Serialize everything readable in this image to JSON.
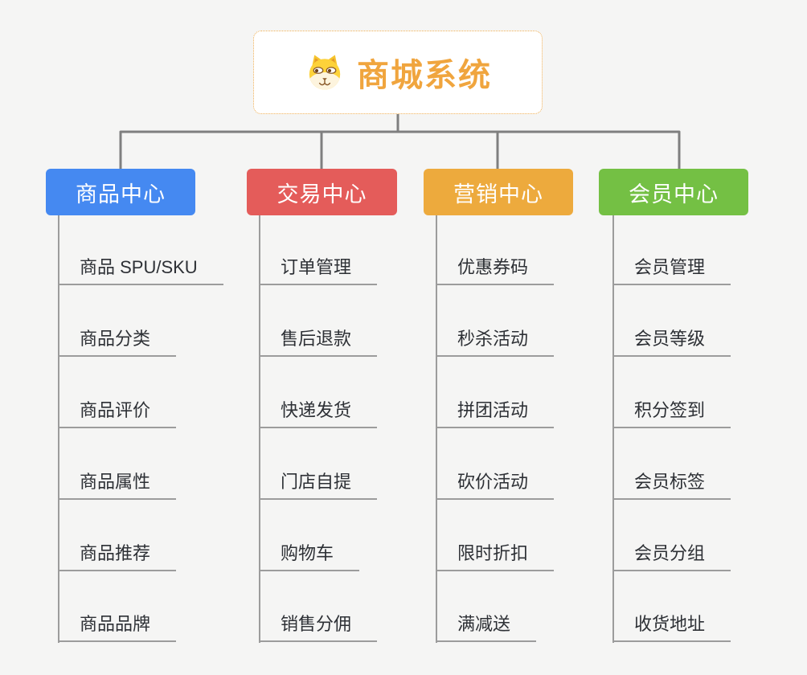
{
  "root": {
    "label": "商城系统",
    "icon": "dog-face-icon",
    "text_color": "#f0a53e",
    "border_color": "#efae53"
  },
  "connector_colors": {
    "main_rail": "#7f7f7f",
    "column_line": "#9c9c9c"
  },
  "background_color": "#f5f5f4",
  "branches": [
    {
      "label": "商品中心",
      "color": "#4589f1",
      "items": [
        "商品 SPU/SKU",
        "商品分类",
        "商品评价",
        "商品属性",
        "商品推荐",
        "商品品牌"
      ]
    },
    {
      "label": "交易中心",
      "color": "#e45c5a",
      "items": [
        "订单管理",
        "售后退款",
        "快递发货",
        "门店自提",
        "购物车",
        "销售分佣"
      ]
    },
    {
      "label": "营销中心",
      "color": "#edaa3d",
      "items": [
        "优惠券码",
        "秒杀活动",
        "拼团活动",
        "砍价活动",
        "限时折扣",
        "满减送"
      ]
    },
    {
      "label": "会员中心",
      "color": "#74c044",
      "items": [
        "会员管理",
        "会员等级",
        "积分签到",
        "会员标签",
        "会员分组",
        "收货地址"
      ]
    }
  ]
}
